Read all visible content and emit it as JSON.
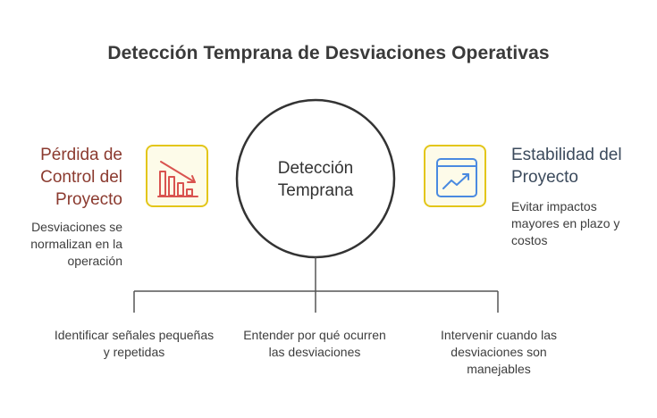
{
  "title": "Detección Temprana de Desviaciones Operativas",
  "center": {
    "label": "Detección Temprana"
  },
  "left": {
    "title": "Pérdida de Control del Proyecto",
    "description": "Desviaciones se normalizan en la operación",
    "icon": "declining-bar-chart-icon"
  },
  "right": {
    "title": "Estabilidad del Proyecto",
    "description": "Evitar impactos mayores en plazo y costos",
    "icon": "trending-up-window-icon"
  },
  "branches": [
    {
      "label": "Identificar señales pequeñas y repetidas"
    },
    {
      "label": "Entender por qué ocurren las desviaciones"
    },
    {
      "label": "Intervenir cuando las desviaciones son manejables"
    }
  ],
  "colors": {
    "icon_border": "#e3c619",
    "icon_fill": "#fdfbe9",
    "left_accent": "#d9534f",
    "right_accent": "#4a8ae0",
    "left_title": "#8b3a2f",
    "right_title": "#3b4a5c",
    "line": "#555555"
  }
}
